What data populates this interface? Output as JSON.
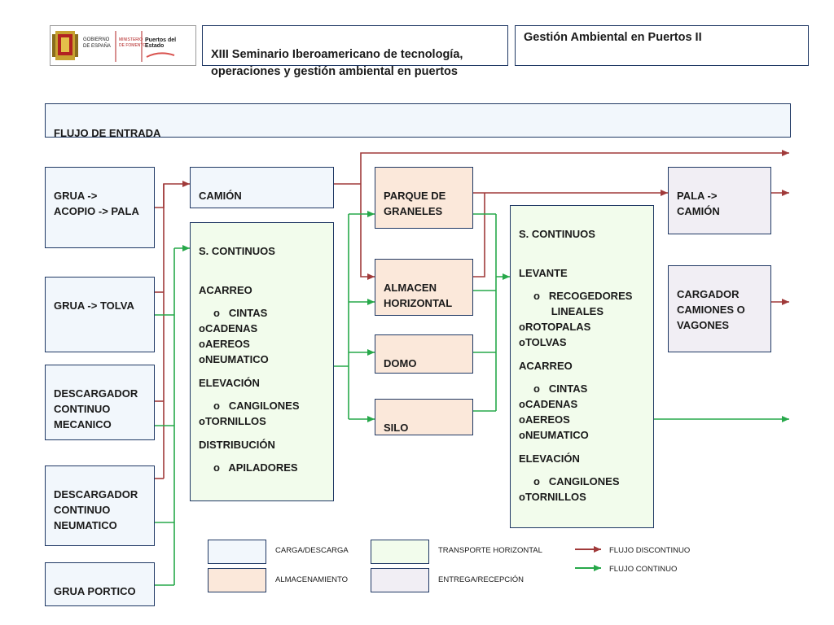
{
  "header": {
    "title": "XIII Seminario Iberoamericano de tecnología,\noperaciones y gestión ambiental en puertos",
    "subtitle": "Gestión Ambiental en Puertos II",
    "logo": {
      "gov_line1": "GOBIERNO",
      "gov_line2": "DE ESPAÑA",
      "min_line1": "MINISTERIO",
      "min_line2": "DE FOMENTO",
      "brand": "Puertos del Estado"
    }
  },
  "section_title": "FLUJO DE ENTRADA",
  "sources": [
    {
      "label": "GRUA  ->\nACOPIO  -> PALA"
    },
    {
      "label": "GRUA -> TOLVA"
    },
    {
      "label": "DESCARGADOR\nCONTINUO\nMECANICO"
    },
    {
      "label": "DESCARGADOR\nCONTINUO\nNEUMATICO"
    },
    {
      "label": "GRUA PORTICO"
    }
  ],
  "camion": "CAMIÓN",
  "continuos_1": {
    "title": "S.  CONTINUOS",
    "items": [
      "",
      "ACARREO",
      "",
      "     o   CINTAS",
      "oCADENAS",
      "oAEREOS",
      "oNEUMATICO",
      "",
      "ELEVACIÓN",
      "",
      "     o   CANGILONES",
      "oTORNILLOS",
      "",
      "DISTRIBUCIÓN",
      "",
      "     o   APILADORES"
    ]
  },
  "storage": [
    {
      "label": "PARQUE DE\nGRANELES"
    },
    {
      "label": "ALMACEN\nHORIZONTAL"
    },
    {
      "label": "DOMO"
    },
    {
      "label": "SILO"
    }
  ],
  "continuos_2": {
    "title": "S.  CONTINUOS",
    "items": [
      "",
      "LEVANTE",
      "",
      "     o   RECOGEDORES",
      "           LINEALES",
      "oROTOPALAS",
      "oTOLVAS",
      "",
      "ACARREO",
      "",
      "     o   CINTAS",
      "oCADENAS",
      "oAEREOS",
      "oNEUMATICO",
      "",
      "ELEVACIÓN",
      "",
      "     o   CANGILONES",
      "oTORNILLOS"
    ]
  },
  "delivery": [
    {
      "label": "PALA ->\nCAMIÓN"
    },
    {
      "label": "CARGADOR\nCAMIONES O\nVAGONES"
    }
  ],
  "legend": {
    "carga": "CARGA/DESCARGA",
    "almacenamiento": "ALMACENAMIENTO",
    "transporte": "TRANSPORTE HORIZONTAL",
    "entrega": "ENTREGA/RECEPCIÓN",
    "discontinuo": "FLUJO  DISCONTINUO",
    "continuo": "FLUJO CONTINUO"
  },
  "colors": {
    "discontinuous": "#a03a3a",
    "continuous": "#27a84a",
    "border": "#1f3864",
    "carga_fill": "#f2f7fc",
    "transporte_fill": "#f2fcec",
    "almacen_fill": "#fbe8da",
    "entrega_fill": "#f1eef4"
  }
}
